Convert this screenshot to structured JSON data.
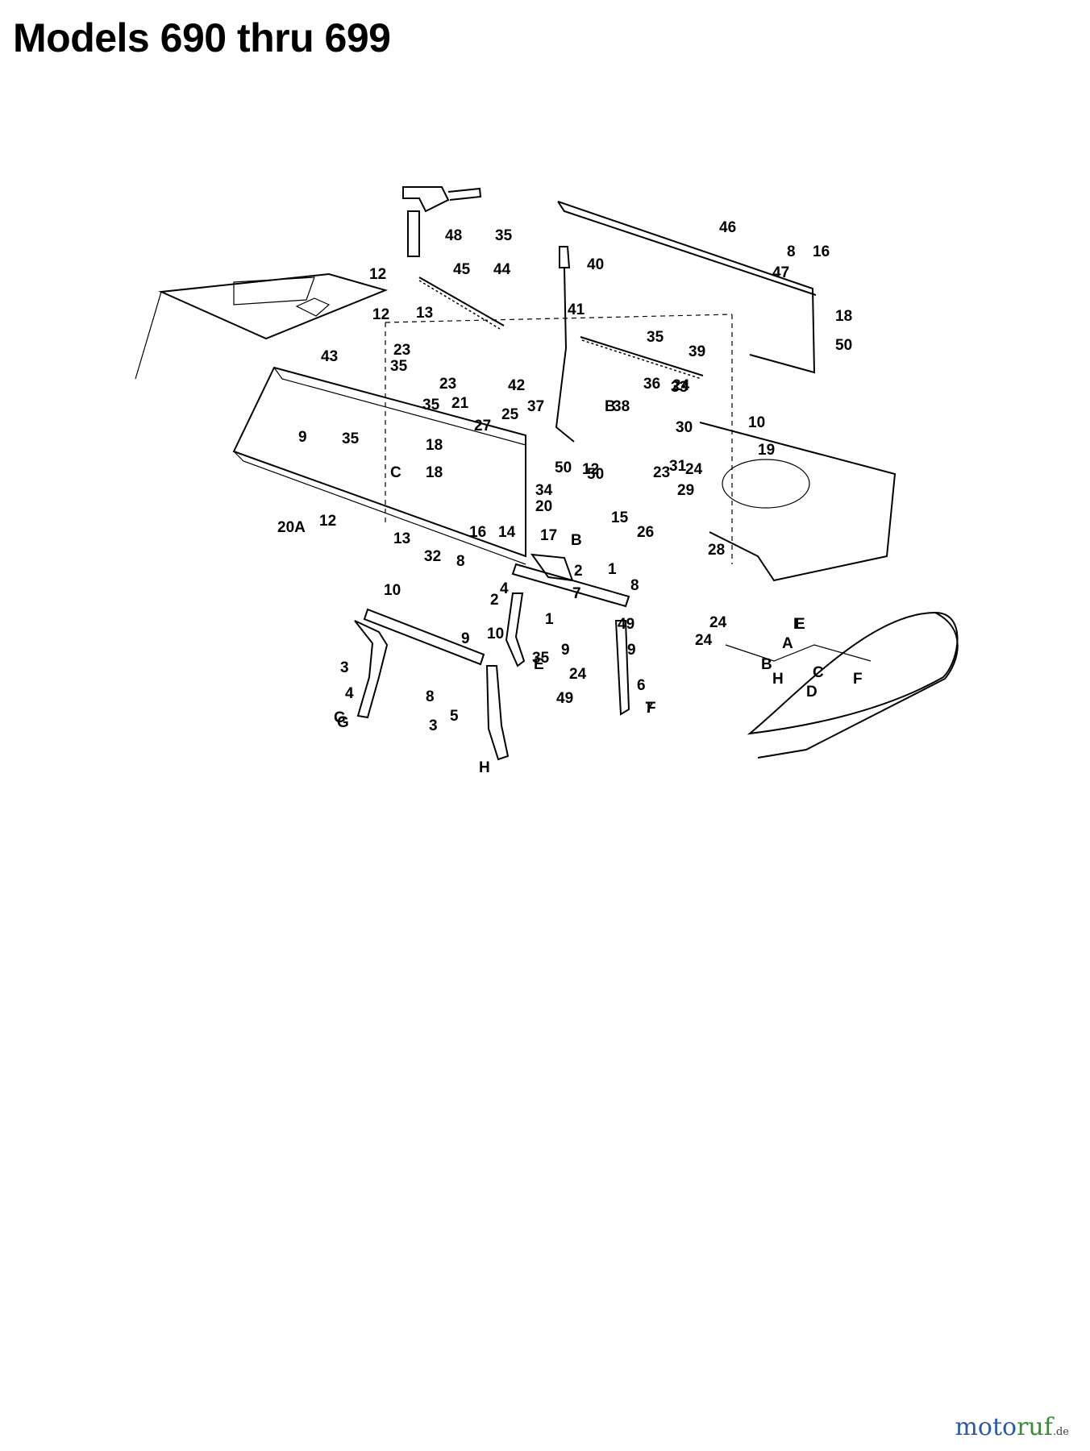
{
  "title": "Models 690 thru 699",
  "logo": {
    "part1": "moto",
    "part2": "ruf",
    "part3": ".de"
  },
  "callouts": [
    "48",
    "12",
    "35",
    "45",
    "44",
    "40",
    "46",
    "8",
    "16",
    "47",
    "41",
    "18",
    "50",
    "12",
    "1",
    "13",
    "23",
    "35",
    "39",
    "33",
    "35",
    "23",
    "42",
    "43",
    "21",
    "37",
    "38",
    "36",
    "24",
    "35",
    "25",
    "B",
    "10",
    "27",
    "30",
    "9",
    "35",
    "18",
    "50",
    "19",
    "24",
    "31",
    "23",
    "29",
    "C",
    "18",
    "50",
    "12",
    "34",
    "20",
    "20A",
    "12",
    "13",
    "16",
    "14",
    "15",
    "B",
    "26",
    "28",
    "32",
    "8",
    "17",
    "2",
    "1",
    "8",
    "2",
    "7",
    "4",
    "10",
    "1",
    "49",
    "9",
    "24",
    "35",
    "E",
    "A",
    "3",
    "G",
    "B",
    "C",
    "E",
    "9",
    "10",
    "E",
    "24",
    "9",
    "H",
    "D",
    "F",
    "4",
    "8",
    "24",
    "6",
    "7",
    "3",
    "5",
    "49",
    "F",
    "G",
    "H"
  ]
}
